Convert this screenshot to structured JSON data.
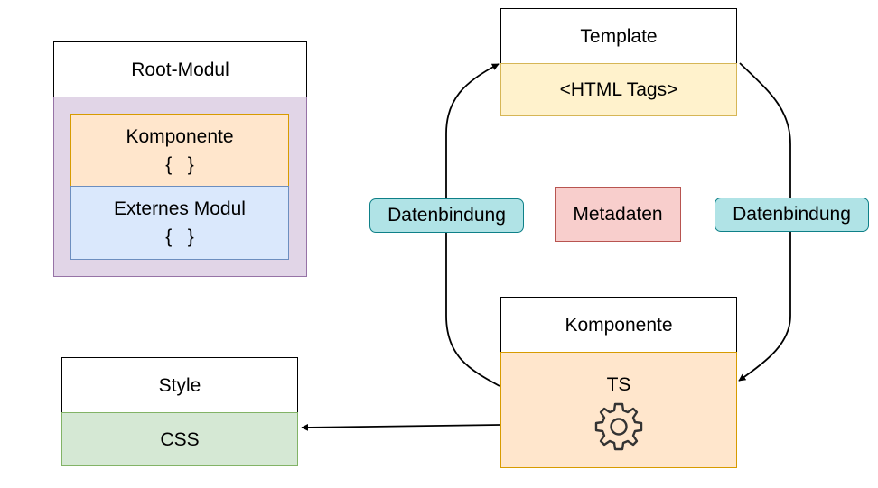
{
  "root_module": {
    "title": "Root-Modul",
    "component": {
      "label": "Komponente",
      "braces": "{   }"
    },
    "external_module": {
      "label": "Externes Modul",
      "braces": "{   }"
    }
  },
  "style_box": {
    "title": "Style",
    "content": "CSS"
  },
  "template_box": {
    "title": "Template",
    "content": "<HTML Tags>"
  },
  "component_box": {
    "title": "Komponente",
    "content": "TS",
    "icon": "gear-icon"
  },
  "metadata": {
    "label": "Metadaten"
  },
  "binding_left": {
    "label": "Datenbindung"
  },
  "binding_right": {
    "label": "Datenbindung"
  },
  "colors": {
    "root_fill": "#e1d5e7",
    "root_border": "#9673a6",
    "orange_fill": "#ffe6cc",
    "orange_border": "#d79b00",
    "blue_fill": "#dae8fc",
    "blue_border": "#6c8ebf",
    "green_fill": "#d5e8d4",
    "green_border": "#82b366",
    "yellow_fill": "#fff2cc",
    "yellow_border": "#d6b656",
    "red_fill": "#f8cecc",
    "red_border": "#b85450",
    "teal_fill": "#b0e3e6",
    "teal_border": "#0e8088"
  }
}
